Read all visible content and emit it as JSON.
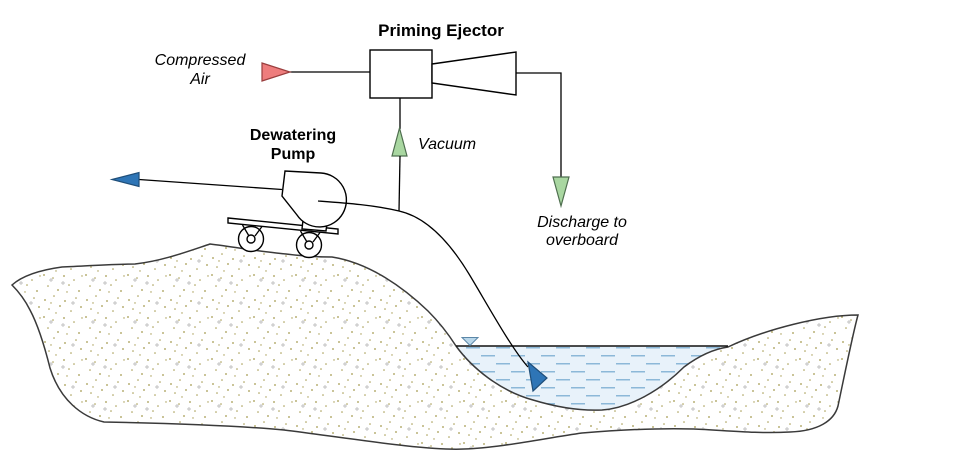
{
  "diagram": {
    "title": "Priming Ejector",
    "labels": {
      "compressed_air_line1": "Compressed",
      "compressed_air_line2": "Air",
      "dewatering_pump_line1": "Dewatering",
      "dewatering_pump_line2": "Pump",
      "vacuum": "Vacuum",
      "discharge_line1": "Discharge to",
      "discharge_line2": "overboard"
    },
    "colors": {
      "compressed_air_fill": "#ee7d7d",
      "compressed_air_stroke": "#9a3e3e",
      "green_arrow_fill": "#a9d7a1",
      "green_arrow_stroke": "#4f6f4f",
      "blue_arrow_fill": "#2e75b6",
      "blue_arrow_stroke": "#1f4e79",
      "water_fill": "#e8f2fa",
      "water_dash": "#8cb8d8",
      "water_level_fill": "#b9d7ea",
      "water_level_stroke": "#5b87a8",
      "water_surface_line": "#111111",
      "sand_dot": "#a59a4e",
      "sand_plus": "#c0c0c0",
      "terrain_outline": "#3a3a3a",
      "pipe_line": "#000000"
    }
  }
}
